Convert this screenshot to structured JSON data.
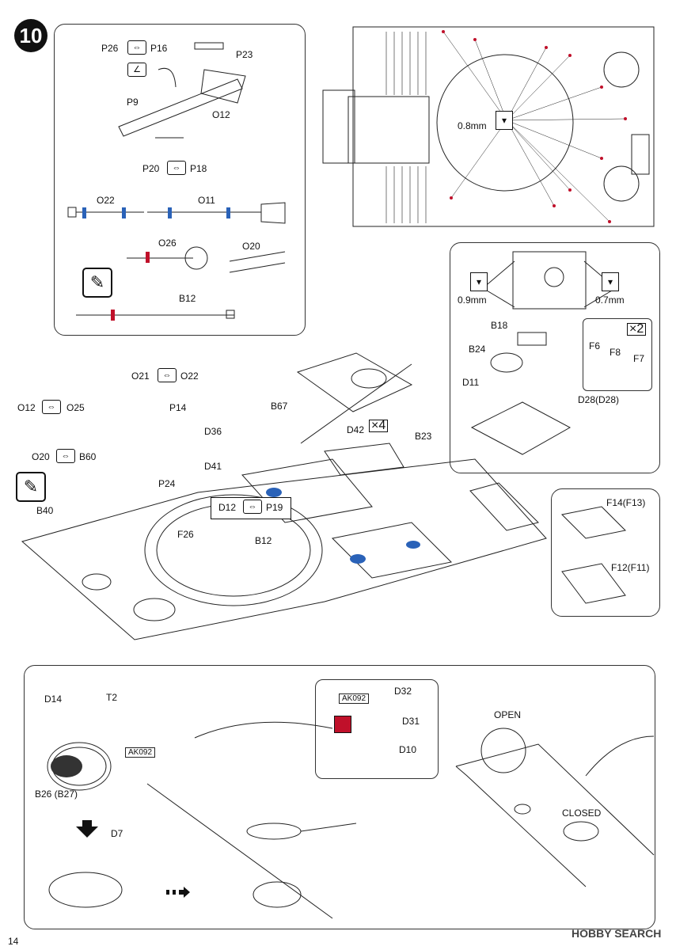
{
  "step": {
    "number": "10"
  },
  "parts": {
    "p26": "P26",
    "p16": "P16",
    "p23": "P23",
    "p9": "P9",
    "o12": "O12",
    "p20": "P20",
    "p18": "P18",
    "o22": "O22",
    "o11": "O11",
    "o26": "O26",
    "o20": "O20",
    "b12": "B12",
    "o21": "O21",
    "o22b": "O22",
    "o12b": "O12",
    "o25": "O25",
    "p14": "P14",
    "o20b": "O20",
    "b60": "B60",
    "b40": "B40",
    "p24": "P24",
    "d36": "D36",
    "d41": "D41",
    "b67": "B67",
    "d42": "D42",
    "d42_qty": "×4",
    "b23": "B23",
    "d12": "D12",
    "p19": "P19",
    "f26": "F26",
    "b12b": "B12",
    "b18": "B18",
    "b24": "B24",
    "d11": "D11",
    "d28": "D28(D28)",
    "f6": "F6",
    "f8": "F8",
    "f7": "F7",
    "x2": "×2",
    "f14": "F14(F13)",
    "f12": "F12(F11)",
    "d14": "D14",
    "t2": "T2",
    "ak092a": "AK092",
    "b26": "B26 (B27)",
    "d7": "D7",
    "ak092b": "AK092",
    "d32": "D32",
    "d31": "D31",
    "d10": "D10",
    "open": "OPEN",
    "closed": "CLOSED"
  },
  "drill": {
    "d08": "0.8mm",
    "d09": "0.9mm",
    "d07": "0.7mm"
  },
  "footer": {
    "page": "14",
    "brand": "HOBBY SEARCH"
  }
}
